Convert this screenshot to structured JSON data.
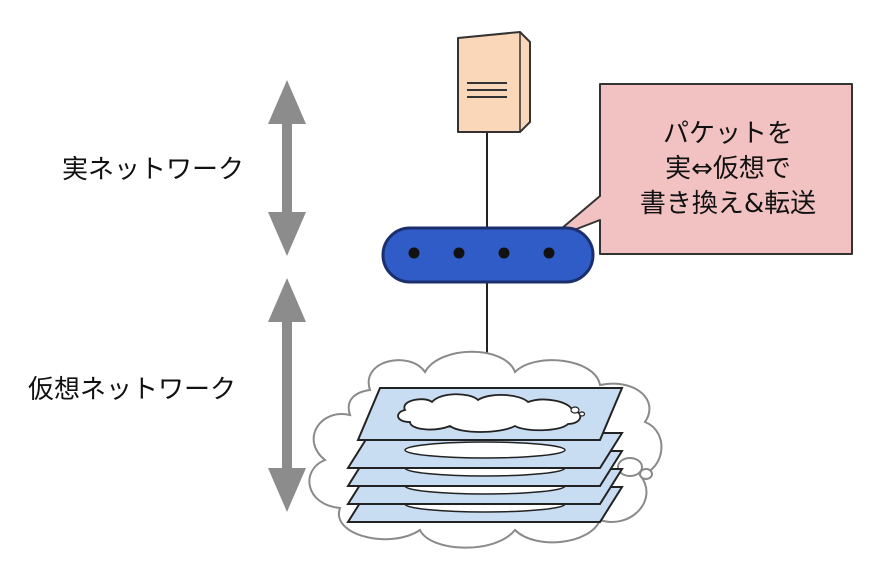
{
  "labels": {
    "real_network": "実ネットワーク",
    "virtual_network": "仮想ネットワーク"
  },
  "callout": {
    "lines": [
      "パケットを",
      "実⇔仮想で",
      "書き換え&転送"
    ]
  },
  "colors": {
    "arrow": "#8c8c8c",
    "server_fill": "#f9d7b8",
    "server_stroke": "#333333",
    "router_fill": "#2f5cc7",
    "router_stroke": "#1b2f6e",
    "callout_fill": "#f2c2c2",
    "callout_stroke": "#333333",
    "cloud_fill": "#ffffff",
    "cloud_stroke": "#8a8a8a",
    "layer_fill": "#c9ddf2",
    "layer_stroke": "#222222",
    "wire": "#222222"
  },
  "icons": {
    "server": "server-icon",
    "router": "router-icon",
    "cloud": "cloud-icon",
    "layers": "network-layers-icon"
  }
}
